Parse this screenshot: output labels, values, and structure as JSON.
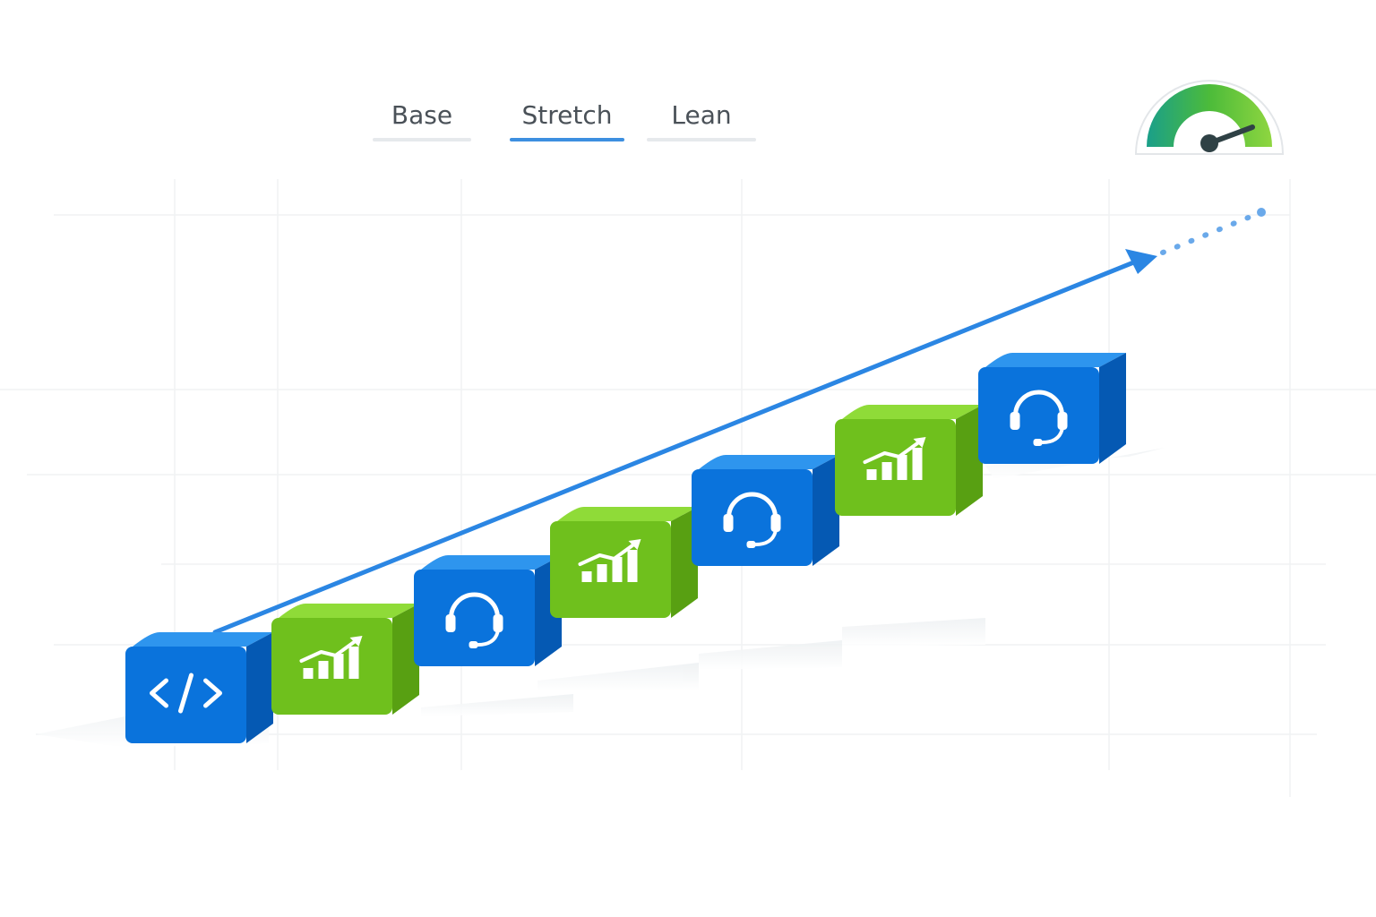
{
  "tabs": [
    {
      "label": "Base",
      "active": false
    },
    {
      "label": "Stretch",
      "active": true
    },
    {
      "label": "Lean",
      "active": false
    }
  ],
  "gauge": {
    "level": 0.78,
    "colors": [
      "#1a9f8a",
      "#4cbb3a",
      "#8fd640"
    ]
  },
  "blocks": [
    {
      "icon": "code-icon",
      "color": "blue"
    },
    {
      "icon": "growth-chart-icon",
      "color": "green"
    },
    {
      "icon": "headset-icon",
      "color": "blue"
    },
    {
      "icon": "growth-chart-icon",
      "color": "green"
    },
    {
      "icon": "headset-icon",
      "color": "blue"
    },
    {
      "icon": "growth-chart-icon",
      "color": "green"
    },
    {
      "icon": "headset-icon",
      "color": "blue"
    }
  ],
  "colors": {
    "blue_front": "#0a73dc",
    "blue_top": "#2e95ee",
    "blue_side": "#0559b3",
    "green_front": "#6fc01d",
    "green_top": "#8fdb38",
    "green_side": "#58a012",
    "accent": "#2b86e3"
  }
}
